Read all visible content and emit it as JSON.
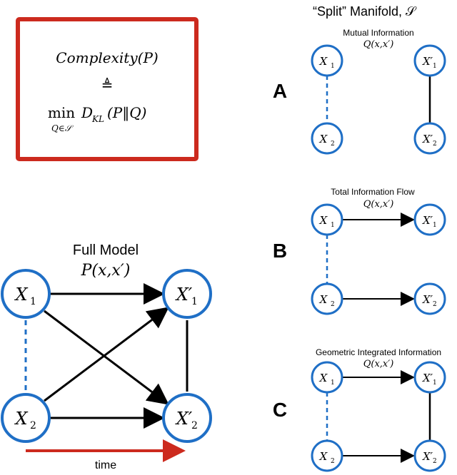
{
  "definition_box": {
    "line1": "Complexity(P)",
    "line2": "≜",
    "line3_min": "min",
    "line3_sub": "Q∈𝒮",
    "line3_expr": "D",
    "line3_expr_sub": "KL",
    "line3_args": "(P‖Q)"
  },
  "split_manifold": {
    "title": "“Split” Manifold, 𝒮"
  },
  "panels": [
    {
      "letter": "A",
      "title": "Mutual Information",
      "q": "Q(x,x′)"
    },
    {
      "letter": "B",
      "title": "Total Information Flow",
      "q": "Q(x,x′)"
    },
    {
      "letter": "C",
      "title": "Geometric Integrated Information",
      "q": "Q(x,x′)"
    }
  ],
  "full_model": {
    "title": "Full Model",
    "p": "P(x,x′)",
    "time_label": "time"
  },
  "nodes": {
    "x1": "X",
    "x1_sub": "1",
    "x2": "X",
    "x2_sub": "2",
    "x1p": "X′",
    "x1p_sub": "1",
    "x2p": "X′",
    "x2p_sub": "2"
  },
  "colors": {
    "node_stroke": "#1f6fc6",
    "box_stroke": "#cc2a1e",
    "arrow": "#000000",
    "dashed": "#1f6fc6",
    "time_arrow": "#cc2a1e"
  }
}
